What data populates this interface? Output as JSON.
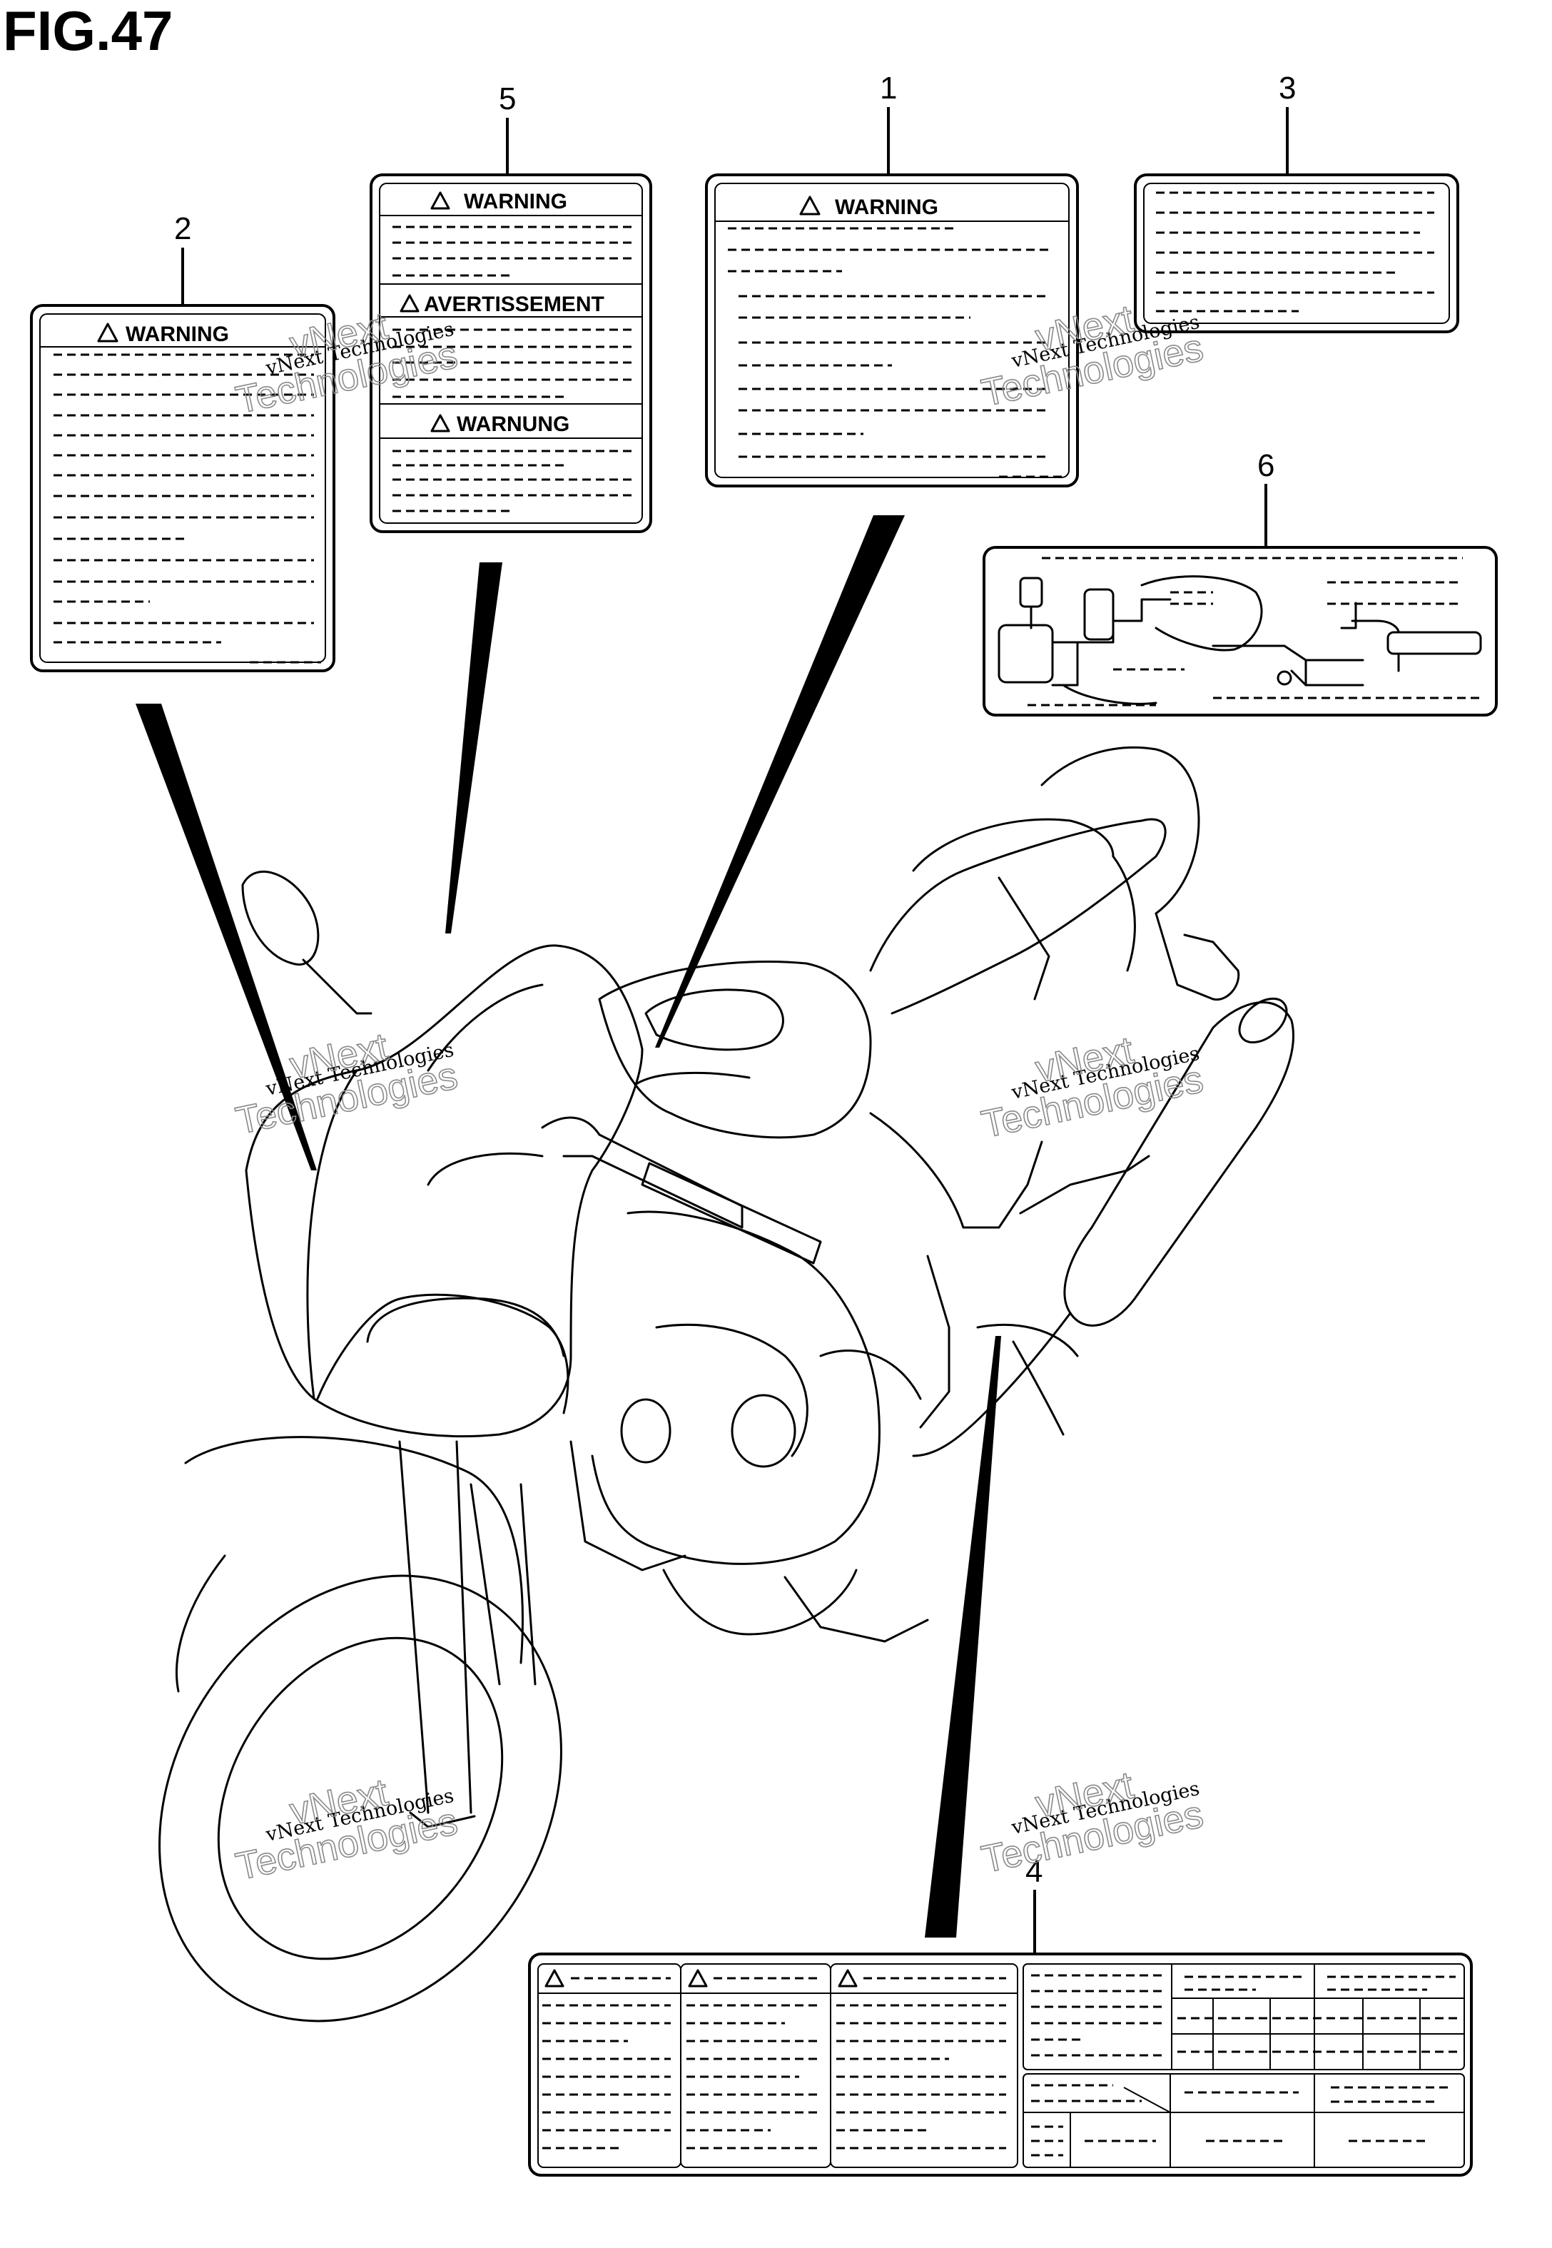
{
  "figure": {
    "title": "FIG.47"
  },
  "callouts": [
    {
      "id": "label-1",
      "number": "1"
    },
    {
      "id": "label-2",
      "number": "2"
    },
    {
      "id": "label-3",
      "number": "3"
    },
    {
      "id": "label-4",
      "number": "4"
    },
    {
      "id": "label-5",
      "number": "5"
    },
    {
      "id": "label-6",
      "number": "6"
    }
  ],
  "labels": {
    "warning": "WARNING",
    "avertissement": "AVERTISSEMENT",
    "warnung": "WARNUNG"
  },
  "watermark": {
    "line1": "vNext Technologies",
    "line2": "vNext",
    "line3": "Technologies"
  },
  "colors": {
    "ink": "#000000",
    "background": "#ffffff",
    "watermark": "#8a8a8a"
  }
}
